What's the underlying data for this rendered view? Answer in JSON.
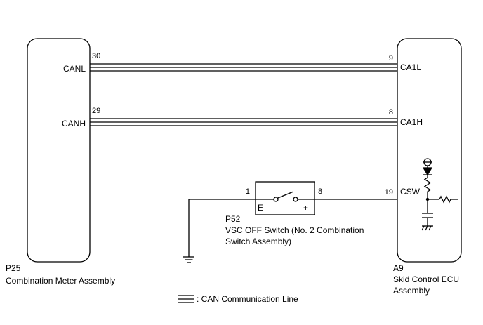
{
  "left_component": {
    "code": "P25",
    "name": "Combination Meter Assembly",
    "pins": [
      {
        "number": "30",
        "signal": "CANL"
      },
      {
        "number": "29",
        "signal": "CANH"
      }
    ]
  },
  "right_component": {
    "code": "A9",
    "name_line1": "Skid Control ECU",
    "name_line2": "Assembly",
    "pins": [
      {
        "number": "9",
        "signal": "CA1L"
      },
      {
        "number": "8",
        "signal": "CA1H"
      },
      {
        "number": "19",
        "signal": "CSW"
      }
    ]
  },
  "switch": {
    "code": "P52",
    "name_line1": "VSC OFF Switch (No. 2 Combination",
    "name_line2": "Switch Assembly)",
    "pin_left": "1",
    "pin_right": "8",
    "terminal_left": "E",
    "terminal_right": "+"
  },
  "legend": {
    "text": ": CAN Communication Line"
  }
}
